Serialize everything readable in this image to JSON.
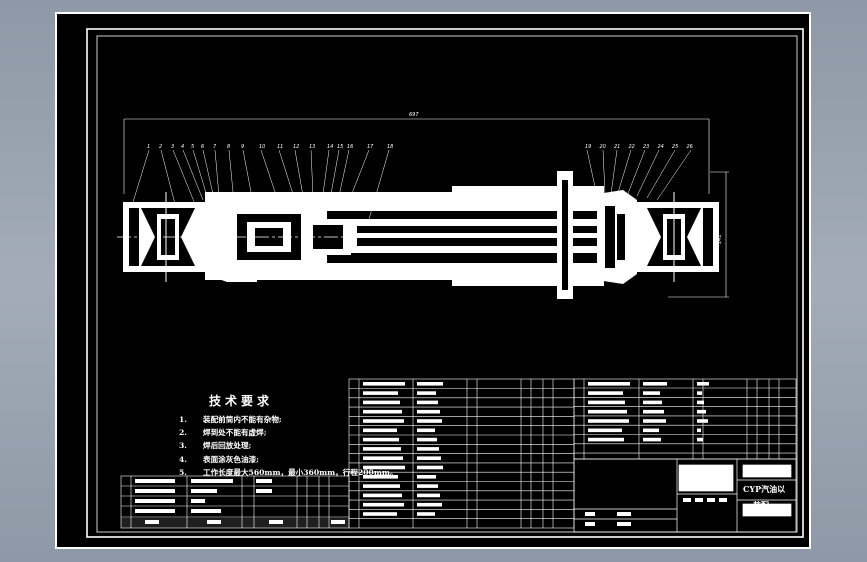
{
  "drawing": {
    "overall_dim": "697",
    "height_dim": "141",
    "balloons_left": [
      "1",
      "2",
      "3",
      "4",
      "5",
      "6",
      "7",
      "8",
      "9",
      "10",
      "11",
      "12",
      "13",
      "14",
      "15",
      "16",
      "17",
      "18"
    ],
    "balloons_right": [
      "19",
      "20",
      "21",
      "22",
      "23",
      "24",
      "25",
      "26"
    ]
  },
  "notes": {
    "title": "技术要求",
    "items": [
      {
        "num": "1.",
        "text": "装配前筒内不能有杂物;"
      },
      {
        "num": "2.",
        "text": "焊到处不能有虚焊;"
      },
      {
        "num": "3.",
        "text": "焊后回放处理;"
      },
      {
        "num": "4.",
        "text": "表面涂灰色油漆;"
      },
      {
        "num": "5.",
        "text": "工作长度最大560mm，最小360mm，行程200mm。"
      }
    ]
  },
  "title_block": {
    "title_line1": "CYP汽油以",
    "title_line2": "装配"
  }
}
